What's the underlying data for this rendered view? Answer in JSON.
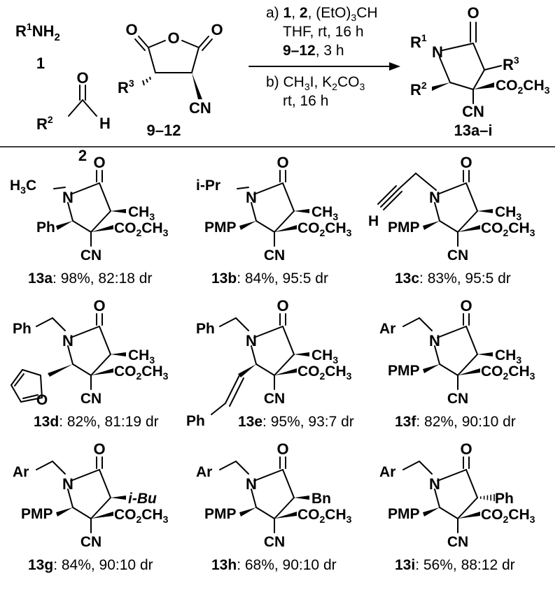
{
  "reaction": {
    "reagent_1": {
      "r_label": "R",
      "r_num": "1",
      "nh2_label": "NH",
      "nh2_sub": "2",
      "number": "1"
    },
    "reagent_2": {
      "o_label": "O",
      "r_label": "R",
      "r_num": "2",
      "h_label": "H",
      "number": "2"
    },
    "reagent_anhydride": {
      "o_left": "O",
      "o_ring": "O",
      "o_right": "O",
      "r_label": "R",
      "r_num": "3",
      "cn_label": "CN",
      "number": "9–12"
    },
    "conditions": {
      "a_prefix": "a) ",
      "a_reagent_1": "1",
      "a_comma_1": ", ",
      "a_reagent_2": "2",
      "a_orthoformate": ", (EtO)",
      "a_orthoformate_sub": "3",
      "a_orthoformate_tail": "CH",
      "a_line2": "THF, rt, 16 h",
      "a_line3_bold": "9–12",
      "a_line3_tail": ", 3 h",
      "b_prefix": "b) CH",
      "b_sub1": "3",
      "b_mid": "I, K",
      "b_sub2": "2",
      "b_tail": "CO",
      "b_sub3": "3",
      "b_line2": "rt, 16 h"
    },
    "product": {
      "r1": "R",
      "r1_num": "1",
      "n_label": "N",
      "o_label": "O",
      "r3": "R",
      "r3_num": "3",
      "r2": "R",
      "r2_num": "2",
      "ester": "CO",
      "ester_sub": "2",
      "ester_tail": "CH",
      "ester_sub2": "3",
      "cn": "CN",
      "number": "13a–i"
    }
  },
  "compounds": [
    {
      "id": "13a",
      "n_sub": "H3C",
      "c2_sub": "Ph",
      "c4_sub": "CH3",
      "ester": "CO2CH3",
      "cn": "CN",
      "stereo": "wedge",
      "yield_label": "13a",
      "yield_text": ": 98%, 82:18 dr"
    },
    {
      "id": "13b",
      "n_sub": "i-Pr",
      "c2_sub": "PMP",
      "c4_sub": "CH3",
      "ester": "CO2CH3",
      "cn": "CN",
      "stereo": "wedge",
      "yield_label": "13b",
      "yield_text": ": 84%, 95:5 dr"
    },
    {
      "id": "13c",
      "n_sub": "H",
      "c2_sub": "PMP",
      "c4_sub": "CH3",
      "ester": "CO2CH3",
      "cn": "CN",
      "stereo": "wedge",
      "yield_label": "13c",
      "yield_text": ": 83%, 95:5 dr"
    },
    {
      "id": "13d",
      "n_sub": "Ph",
      "c2_sub": "O",
      "c4_sub": "CH3",
      "ester": "CO2CH3",
      "cn": "CN",
      "stereo": "wedge",
      "yield_label": "13d",
      "yield_text": ": 82%, 81:19 dr"
    },
    {
      "id": "13e",
      "n_sub": "Ph",
      "c2_sub": "Ph",
      "c4_sub": "CH3",
      "ester": "CO2CH3",
      "cn": "CN",
      "stereo": "wedge",
      "yield_label": "13e",
      "yield_text": ": 95%, 93:7 dr"
    },
    {
      "id": "13f",
      "n_sub": "Ar",
      "c2_sub": "PMP",
      "c4_sub": "CH3",
      "ester": "CO2CH3",
      "cn": "CN",
      "stereo": "wedge",
      "yield_label": "13f",
      "yield_text": ": 82%, 90:10 dr"
    },
    {
      "id": "13g",
      "n_sub": "Ar",
      "c2_sub": "PMP",
      "c4_sub": "i-Bu",
      "ester": "CO2CH3",
      "cn": "CN",
      "stereo": "wedge",
      "yield_label": "13g",
      "yield_text": ": 84%, 90:10 dr"
    },
    {
      "id": "13h",
      "n_sub": "Ar",
      "c2_sub": "PMP",
      "c4_sub": "Bn",
      "ester": "CO2CH3",
      "cn": "CN",
      "stereo": "wedge",
      "yield_label": "13h",
      "yield_text": ": 68%, 90:10 dr"
    },
    {
      "id": "13i",
      "n_sub": "Ar",
      "c2_sub": "PMP",
      "c4_sub": "Ph",
      "ester": "CO2CH3",
      "cn": "CN",
      "stereo": "hash",
      "yield_label": "13i",
      "yield_text": ": 56%, 88:12 dr"
    }
  ]
}
